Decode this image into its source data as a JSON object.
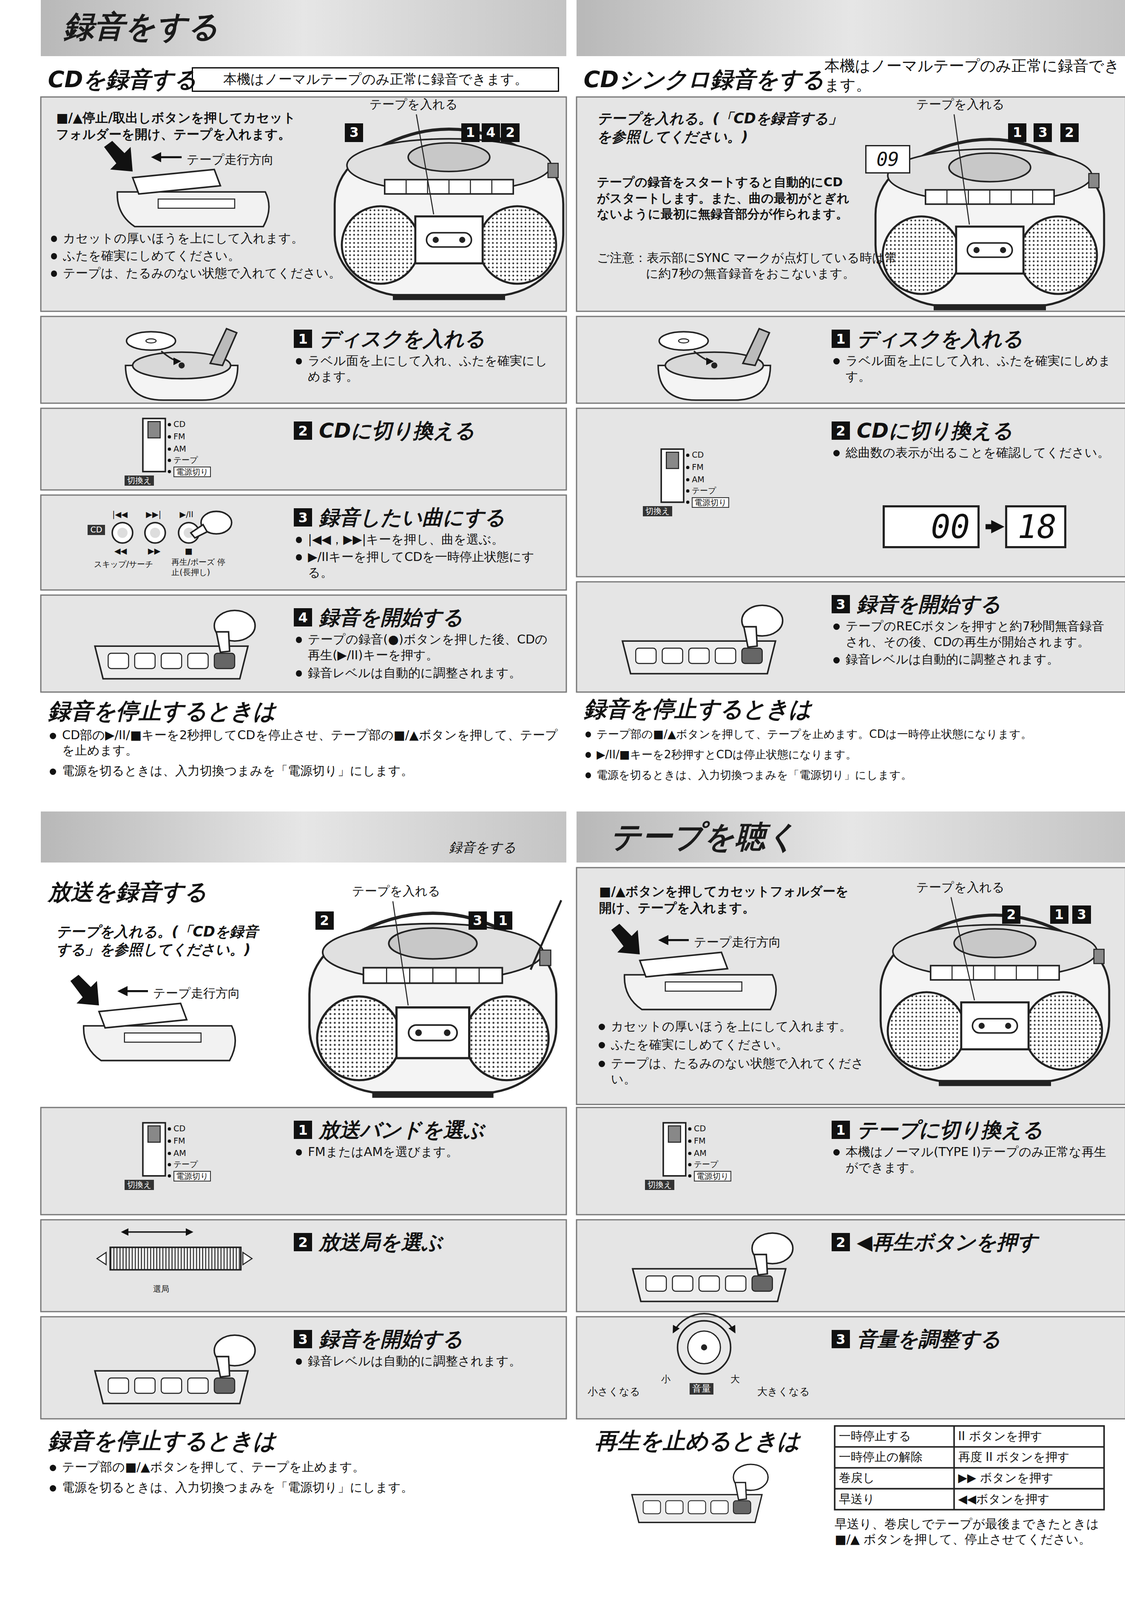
{
  "diagram": {
    "title": "録音をする",
    "nodes": [
      {
        "text": [
          "本機はノーマルテープのみ正常に録音できます。"
        ]
      },
      {
        "text": [
          "■/▲停止/取出しボタンを押してカセットフォルダーを開け、テープを入れます。",
          "カセットの厚いほうを上にして入れます。",
          "ふたを確実にしめてください。",
          "テープは、たるみのない状態で入れてください。"
        ]
      },
      {
        "text": [
          "1",
          "ディスクを入れる",
          "ラベル面を上にして入れ、ふたを確実にしめます。"
        ]
      },
      {
        "text": [
          "2",
          "CDに切り換える"
        ]
      },
      {
        "text": [
          "3",
          "録音したい曲にする",
          "|◀◀，▶▶|キーを押し、曲を選ぶ。",
          "▶/IIキーを押してCDを一時停止状態にする。"
        ]
      },
      {
        "text": [
          "4",
          "録音を開始する",
          "テープの録音(●)ボタンを押した後、CDの再生(▶/II)キーを押す。",
          "録音レベルは自動的に調整されます。"
        ]
      },
      {
        "text": [
          "テープを入れる。(「CDを録音する」を参照してください。)",
          "テープの録音をスタートすると自動的にCDがスタートします。また、曲の最初がとぎれないように最初に無録音部分が作られます。",
          "ご注意：表示部にSYNC マークが点灯している時は常に約7秒の無音録音をおこないます。"
        ]
      },
      {
        "text": [
          "09"
        ],
        "in": 6
      },
      {
        "text": [
          "1",
          "ディスクを入れる",
          "ラベル面を上にして入れ、ふたを確実にしめます。"
        ]
      },
      {
        "text": [
          "2",
          "CDに切り換える",
          "総曲数の表示が出ることを確認してください。"
        ]
      },
      {
        "text": [
          "00"
        ],
        "in": 9
      },
      {
        "text": [
          "18"
        ],
        "in": 9
      },
      {
        "text": [
          "3",
          "録音を開始する",
          "テープのRECボタンを押すと約7秒間無音録音され、その後、CDの再生が開始されます。",
          "録音レベルは自動的に調整されます。"
        ]
      },
      {
        "text": [
          "1",
          "放送バンドを選ぶ",
          "FMまたはAMを選びます。"
        ]
      },
      {
        "text": [
          "2",
          "放送局を選ぶ"
        ]
      },
      {
        "text": [
          "3",
          "録音を開始する",
          "録音レベルは自動的に調整されます。"
        ]
      },
      {
        "text": [
          "テープを聴く"
        ]
      },
      {
        "text": [
          "■/▲ボタンを押してカセットフォルダーを開け、テープを入れます。",
          "カセットの厚いほうを上にして入れます。",
          "ふたを確実にしめてください。",
          "テープは、たるみのない状態で入れてください。"
        ]
      },
      {
        "text": [
          "1",
          "テープに切り換える",
          "本機はノーマル(TYPE I)テープのみ正常な再生ができます。"
        ]
      },
      {
        "text": [
          "2",
          "◀再生ボタンを押す"
        ]
      },
      {
        "text": [
          "3",
          "音量を調整する"
        ]
      }
    ],
    "edges": [
      {
        "from": 10,
        "to": 11,
        "arrow": "to"
      }
    ],
    "labels": [
      "CDを録音する",
      "テープ走行方向",
      "テープを入れる",
      "3",
      "1",
      "4",
      "2",
      "CD",
      "FM",
      "AM",
      "テープ",
      "電源切り",
      "切換え",
      "CD",
      "|◀◀",
      "▶▶|",
      "▶/II",
      "◀◀",
      "▶▶",
      "■",
      "スキップ/サーチ",
      "再生/ポーズ 停止(長押し)",
      "録音を停止するときは",
      "CD部の▶/II/■キーを2秒押してCDを停止させ、テープ部の■/▲ボタンを押して、テープを止めます。",
      "電源を切るときは、入力切換つまみを「電源切り」にします。",
      "CDシンクロ録音をする",
      "本機はノーマルテープのみ正常に録音できます。",
      "テープを入れる",
      "1",
      "3",
      "2",
      "CD",
      "FM",
      "AM",
      "テープ",
      "電源切り",
      "切換え",
      "録音を停止するときは",
      "テープ部の■/▲ボタンを押して、テープを止めます。CDは一時停止状態になります。",
      "▶/II/■キーを2秒押すとCDは停止状態になります。",
      "電源を切るときは、入力切換つまみを「電源切り」にします。",
      "録音をする",
      "放送を録音する",
      "テープを入れる。(「CDを録音する」を参照してください。)",
      "テープ走行方向",
      "テープを入れる",
      "2",
      "3",
      "1",
      "CD",
      "FM",
      "AM",
      "テープ",
      "電源切り",
      "切換え",
      "選局",
      "録音を停止するときは",
      "テープ部の■/▲ボタンを押して、テープを止めます。",
      "電源を切るときは、入力切換つまみを「電源切り」にします。",
      "テープ走行方向",
      "テープを入れる",
      "2",
      "1",
      "3",
      "CD",
      "FM",
      "AM",
      "テープ",
      "電源切り",
      "切換え",
      "小さくなる",
      "小",
      "音量",
      "大",
      "大きくなる",
      "再生を止めるときは",
      "一時停止する",
      "II ボタンを押す",
      "一時停止の解除",
      "再度 II ボタンを押す",
      "巻戻し",
      "▶▶ ボタンを押す",
      "早送り",
      "◀◀ボタンを押す",
      "早送り、巻戻しでテープが最後まできたときは■/▲ ボタンを押して、停止させてください。"
    ]
  }
}
